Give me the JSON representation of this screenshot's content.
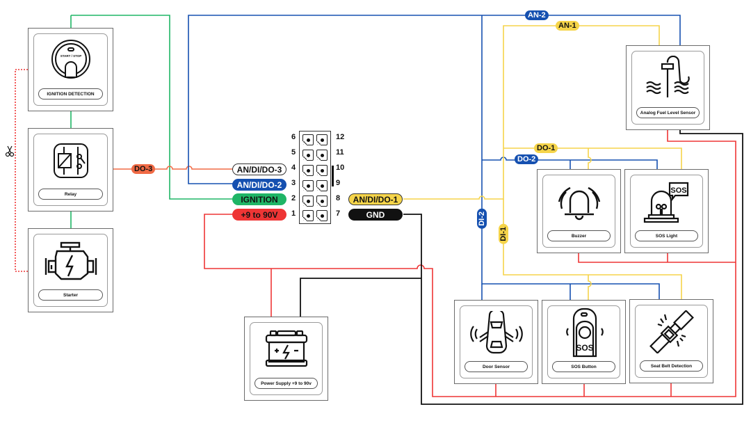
{
  "colors": {
    "green": "#1fb566",
    "blue": "#1550b0",
    "orange": "#f06a45",
    "red": "#ee3535",
    "yellow": "#f5d44a",
    "black": "#111111",
    "white": "#ffffff"
  },
  "connector": {
    "pins_left": [
      "6",
      "5",
      "4",
      "3",
      "2",
      "1"
    ],
    "pins_right": [
      "12",
      "11",
      "10",
      "9",
      "8",
      "7"
    ]
  },
  "pin_labels": {
    "pin4": "AN/DI/DO-3",
    "pin3": "AN/DI/DO-2",
    "pin2": "IGNITION",
    "pin1": "+9 to 90V",
    "pin8": "AN/DI/DO-1",
    "pin7": "GND"
  },
  "wire_tags": {
    "do3": "DO-3",
    "an2": "AN-2",
    "an1": "AN-1",
    "do1": "DO-1",
    "do2": "DO-2",
    "di2": "DI-2",
    "di1": "DI-1"
  },
  "devices": {
    "ignition": {
      "label": "IGNITION DETECTION",
      "icon": "start-stop-button-icon",
      "icon_text": "START / STOP"
    },
    "relay": {
      "label": "Relay",
      "icon": "relay-icon"
    },
    "starter": {
      "label": "Starter",
      "icon": "engine-icon"
    },
    "power": {
      "label": "Power Supply +9 to 90v",
      "icon": "battery-icon"
    },
    "fuel": {
      "label": "Analog Fuel Level Sensor",
      "icon": "fuel-probe-icon"
    },
    "buzzer": {
      "label": "Buzzer",
      "icon": "bell-icon"
    },
    "sos_light": {
      "label": "SOS Light",
      "icon": "beacon-icon",
      "icon_text": "SOS"
    },
    "door": {
      "label": "Door Sensor",
      "icon": "car-doors-icon"
    },
    "sos_button": {
      "label": "SOS Button",
      "icon": "sos-button-icon",
      "icon_text": "SOS"
    },
    "seatbelt": {
      "label": "Seat Belt Detection",
      "icon": "seatbelt-icon"
    }
  }
}
